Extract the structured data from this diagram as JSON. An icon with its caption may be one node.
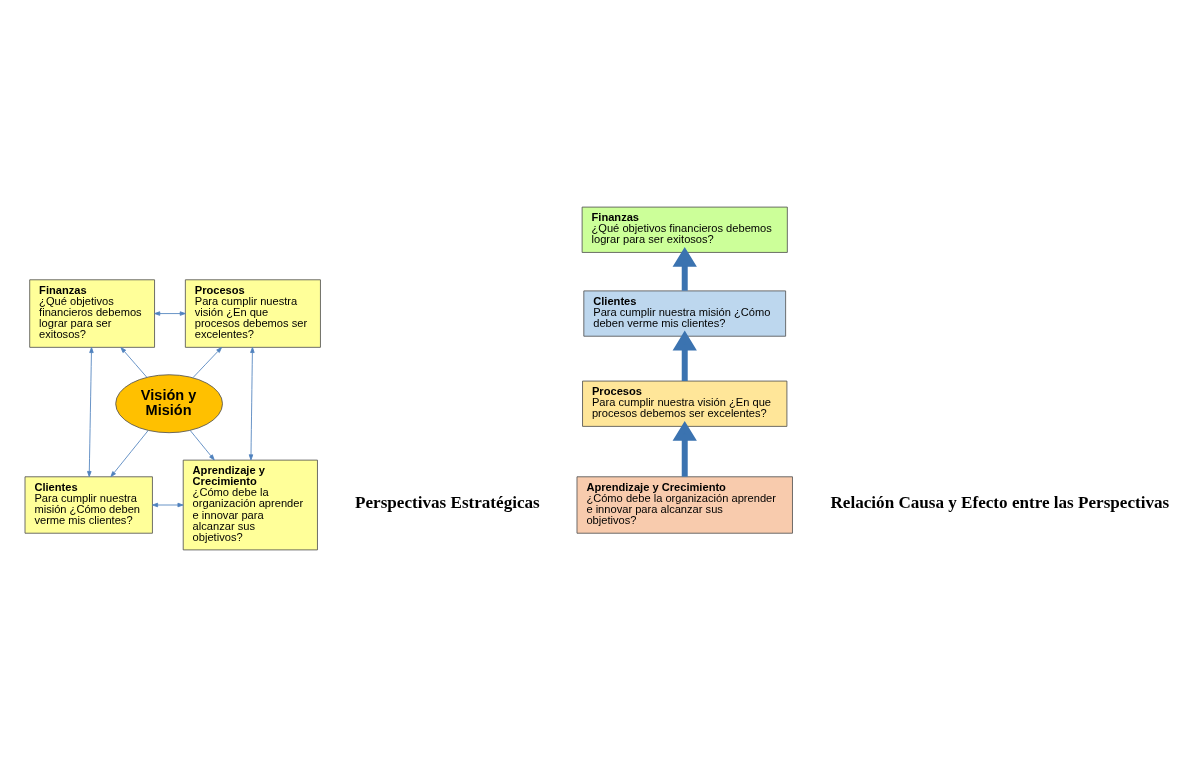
{
  "diagram": {
    "nodes": [
      {
        "text": [
          "Finanzas",
          "¿Qué objetivos financieros debemos lograr para ser exitosos?"
        ]
      },
      {
        "text": [
          "Procesos",
          "Para cumplir nuestra visión ¿En que procesos debemos ser excelentes?"
        ]
      },
      {
        "text": [
          "Visión y Misión"
        ]
      },
      {
        "text": [
          "Clientes",
          "Para cumplir nuestra misión ¿Cómo deben verme mis clientes?"
        ]
      },
      {
        "text": [
          "Aprendizaje y Crecimiento",
          "¿Cómo debe la organización aprender e innovar para alcanzar sus objetivos?"
        ]
      },
      {
        "text": [
          "Finanzas",
          "¿Qué objetivos financieros debemos lograr para ser exitosos?"
        ]
      },
      {
        "text": [
          "Clientes",
          "Para cumplir nuestra misión ¿Cómo deben verme mis clientes?"
        ]
      },
      {
        "text": [
          "Procesos",
          "Para cumplir nuestra visión ¿En que procesos debemos ser excelentes?"
        ]
      },
      {
        "text": [
          "Aprendizaje y Crecimiento",
          "¿Cómo debe la organización aprender e innovar para alcanzar sus objetivos?"
        ]
      }
    ],
    "edges": [
      {
        "from": 0,
        "to": 1,
        "arrow": "both"
      },
      {
        "from": 3,
        "to": 0,
        "arrow": "both"
      },
      {
        "from": 4,
        "to": 1,
        "arrow": "both"
      },
      {
        "from": 3,
        "to": 4,
        "arrow": "both"
      },
      {
        "from": 2,
        "to": 0,
        "arrow": "to"
      },
      {
        "from": 2,
        "to": 1,
        "arrow": "to"
      },
      {
        "from": 2,
        "to": 3,
        "arrow": "to"
      },
      {
        "from": 2,
        "to": 4,
        "arrow": "to"
      },
      {
        "from": 8,
        "to": 7,
        "arrow": "to",
        "style": "thick"
      },
      {
        "from": 7,
        "to": 6,
        "arrow": "to",
        "style": "thick"
      },
      {
        "from": 6,
        "to": 5,
        "arrow": "to",
        "style": "thick"
      }
    ],
    "labels": [
      "Perspectivas Estratégicas",
      "Relación Causa y Efecto entre las Perspectivas"
    ]
  }
}
